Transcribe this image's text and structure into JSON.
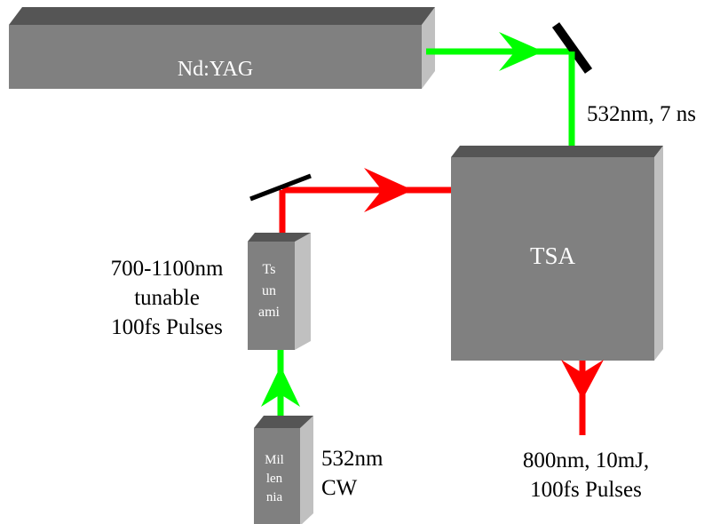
{
  "components": {
    "ndyag": {
      "label": "Nd:YAG"
    },
    "tsa": {
      "label": "TSA"
    },
    "tsunami": {
      "label_lines": [
        "Ts",
        "un",
        "ami"
      ]
    },
    "millenia": {
      "label_lines": [
        "Mil",
        "len",
        "nia"
      ]
    }
  },
  "labels": {
    "pump_beam": "532nm, 7 ns",
    "tsunami_output": [
      "700-1100nm",
      "tunable",
      "100fs Pulses"
    ],
    "millenia_output": [
      "532nm",
      "CW"
    ],
    "tsa_output": [
      "800nm, 10mJ,",
      "100fs Pulses"
    ]
  },
  "colors": {
    "green_beam": "#00ff00",
    "red_beam": "#ff0000",
    "box_face": "#808080",
    "box_side": "#c0c0c0",
    "box_top": "#555555",
    "mirror": "#000000"
  }
}
